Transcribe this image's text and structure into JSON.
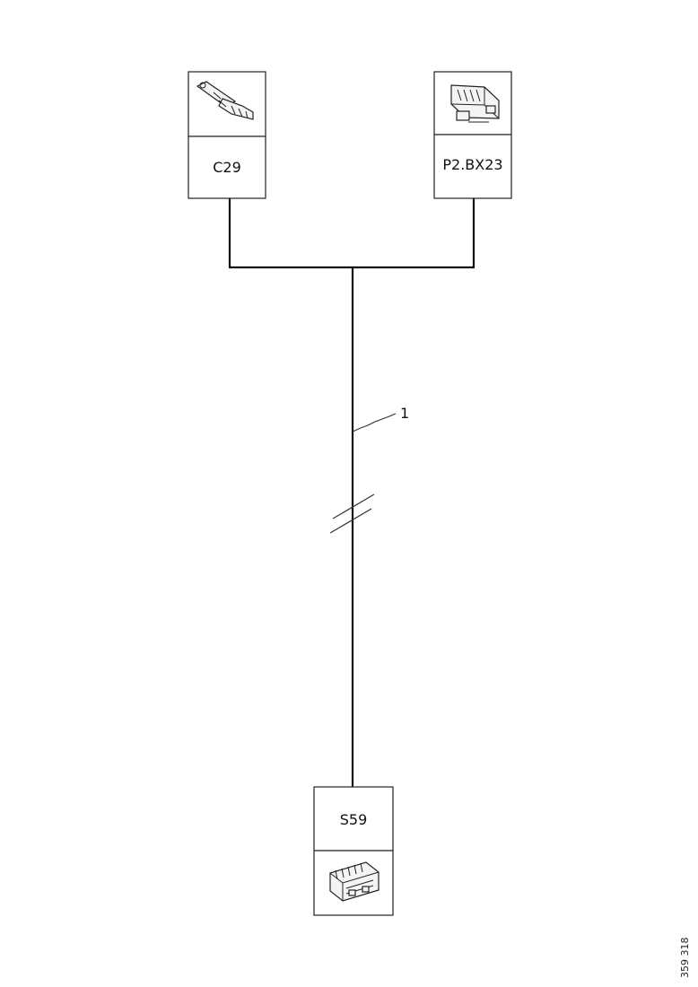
{
  "components": [
    {
      "id": "C29",
      "label": "C29",
      "icon": "sensor-connector-icon"
    },
    {
      "id": "P2.BX23",
      "label": "P2.BX23",
      "icon": "multi-pin-connector-icon"
    },
    {
      "id": "S59",
      "label": "S59",
      "icon": "switch-connector-icon"
    }
  ],
  "wire": {
    "callout": "1"
  },
  "image_ref": "359 318"
}
